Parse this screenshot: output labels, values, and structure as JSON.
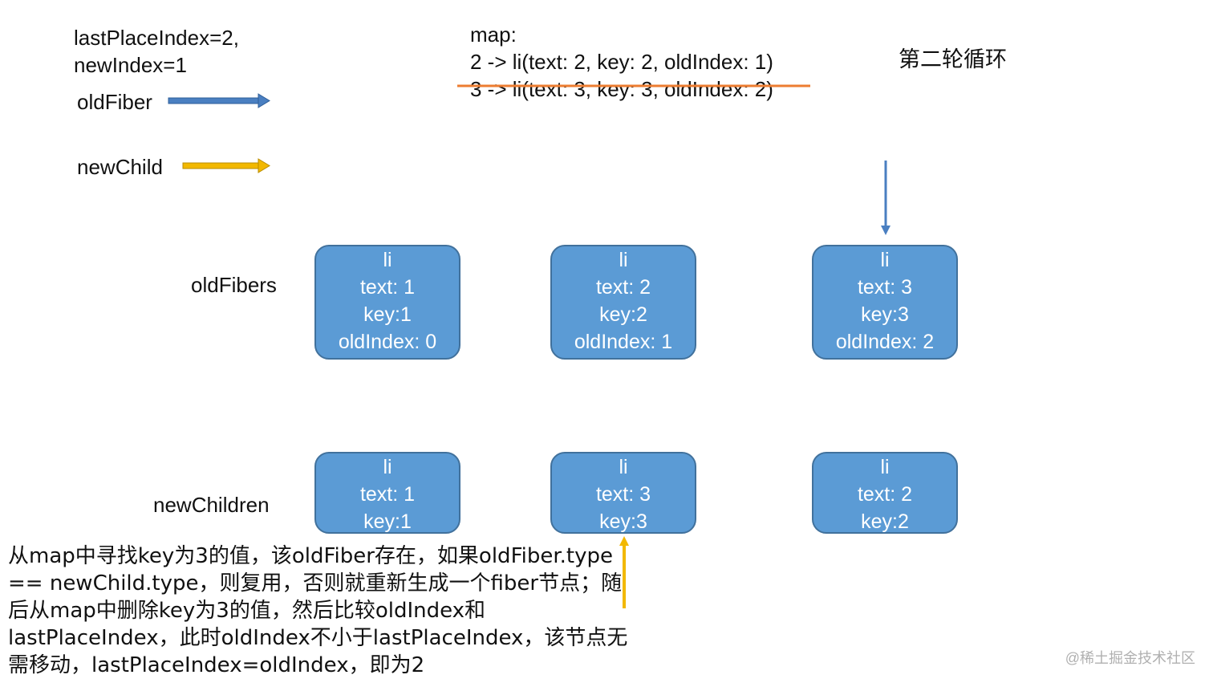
{
  "status": {
    "line1": "lastPlaceIndex=2,",
    "line2": "newIndex=1"
  },
  "legend": {
    "old_fiber": "oldFiber",
    "new_child": "newChild",
    "old_fiber_color": "#4a7fc1",
    "new_child_color": "#f2b800"
  },
  "map": {
    "title": "map:",
    "entry1": "2 -> li(text: 2, key: 2, oldIndex: 1)",
    "entry2": "3 -> li(text: 3, key: 3, oldIndex: 2)",
    "strike_color": "#ed7d31"
  },
  "round_label": "第二轮循环",
  "rows": {
    "old_label": "oldFibers",
    "new_label": "newChildren"
  },
  "old_fibers": [
    {
      "tag": "li",
      "text": "text: 1",
      "key": "key:1",
      "old_index": "oldIndex: 0"
    },
    {
      "tag": "li",
      "text": "text: 2",
      "key": "key:2",
      "old_index": "oldIndex: 1"
    },
    {
      "tag": "li",
      "text": "text: 3",
      "key": "key:3",
      "old_index": "oldIndex: 2"
    }
  ],
  "new_children": [
    {
      "tag": "li",
      "text": "text: 1",
      "key": "key:1"
    },
    {
      "tag": "li",
      "text": "text: 3",
      "key": "key:3"
    },
    {
      "tag": "li",
      "text": "text: 2",
      "key": "key:2"
    }
  ],
  "box_colors": {
    "fill": "#5b9bd5",
    "border": "#41719c"
  },
  "description": "从map中寻找key为3的值，该oldFiber存在，如果oldFiber.type == newChild.type，则复用，否则就重新生成一个fiber节点；随后从map中删除key为3的值，然后比较oldIndex和lastPlaceIndex，此时oldIndex不小于lastPlaceIndex，该节点无需移动，lastPlaceIndex=oldIndex，即为2",
  "watermark": "@稀土掘金技术社区"
}
